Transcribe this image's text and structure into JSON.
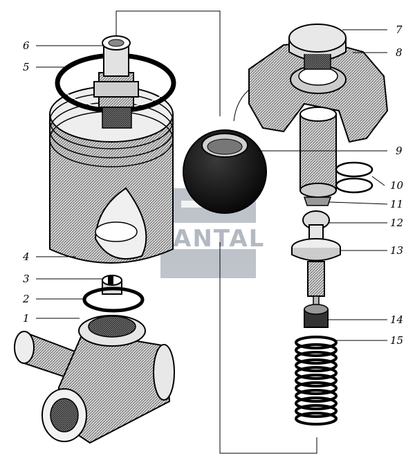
{
  "callouts": [
    {
      "number": "1"
    },
    {
      "number": "2"
    },
    {
      "number": "3"
    },
    {
      "number": "4"
    },
    {
      "number": "5"
    },
    {
      "number": "6"
    },
    {
      "number": "7"
    },
    {
      "number": "8"
    },
    {
      "number": "9"
    },
    {
      "number": "10"
    },
    {
      "number": "11"
    },
    {
      "number": "12"
    },
    {
      "number": "13"
    },
    {
      "number": "14"
    },
    {
      "number": "15"
    }
  ],
  "watermark": {
    "text": "ANTAL",
    "color": "#9aa2ad"
  },
  "colors": {
    "ink": "#000000",
    "background": "#ffffff",
    "dark_fill": "#111111",
    "mid_fill": "#8a8a8a",
    "light_fill": "#d8d8d8"
  }
}
